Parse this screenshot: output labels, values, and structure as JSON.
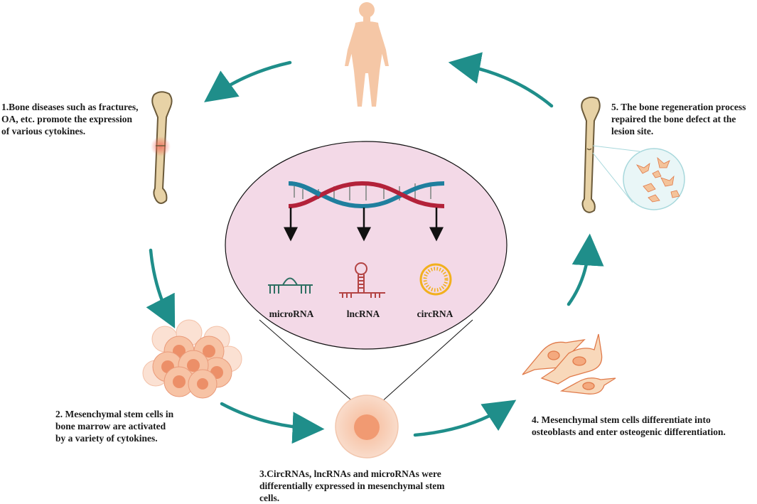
{
  "captions": {
    "step1": "1.Bone diseases such as fractures,\nOA, etc. promote the expression\nof various cytokines.",
    "step2": "2. Mesenchymal stem cells in\nbone marrow are activated\nby a variety of cytokines.",
    "step3": "3.CircRNAs, lncRNAs and microRNAs were\ndifferentially expressed in mesenchymal stem\ncells.",
    "step4": "4. Mesenchymal stem cells differentiate into\nosteoblasts and enter osteogenic differentiation.",
    "step5": "5. The bone regeneration process\nrepaired the bone defect at the\nlesion site."
  },
  "rna_labels": {
    "microrna": "microRNA",
    "lncrna": "lncRNA",
    "circrna": "circRNA"
  },
  "colors": {
    "arrow_teal": "#1f8e8a",
    "ellipse_fill": "#f3d9e7",
    "dna_blue": "#1f7f9e",
    "dna_red": "#b3223a",
    "microrna": "#2e6f62",
    "lncrna": "#b34343",
    "circrna": "#f2b01e",
    "human": "#f5c7a6",
    "bone": "#e7d2a6",
    "cell": "#f4b48f",
    "cell_nucleus": "#ec8f68",
    "lesion": "#f26a5b"
  },
  "icons": [
    "human-figure-icon",
    "bone-icon",
    "stem-cell-cluster-icon",
    "single-stem-cell-icon",
    "osteoblast-cells-icon",
    "dna-double-helix-icon",
    "microrna-icon",
    "lncrna-icon",
    "circrna-icon"
  ]
}
